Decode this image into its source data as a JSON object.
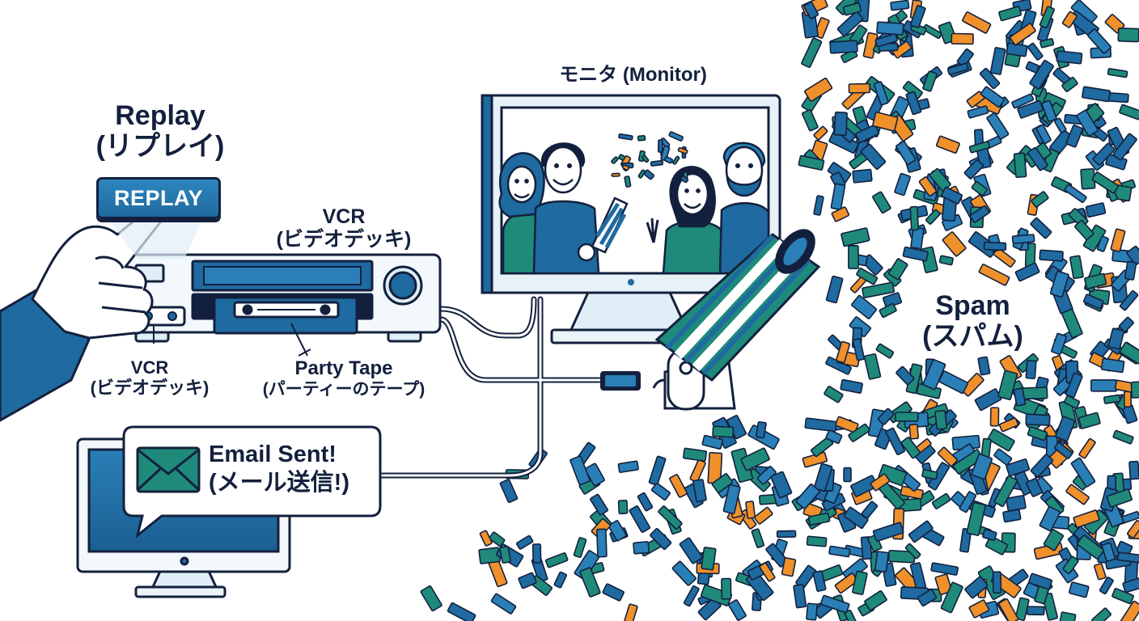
{
  "labels": {
    "replay_title": "Replay",
    "replay_title_jp": "(リプレイ)",
    "replay_button": "REPLAY",
    "vcr_top": "VCR",
    "vcr_top_jp": "(ビデオデッキ)",
    "vcr_bottom": "VCR",
    "vcr_bottom_jp": "(ビデオデッキ)",
    "party_tape": "Party Tape",
    "party_tape_jp": "(パーティーのテープ)",
    "monitor": "モニタ (Monitor)",
    "email_sent": "Email Sent!",
    "email_sent_jp": "(メール送信!)",
    "spam": "Spam",
    "spam_jp": "(スパム)"
  },
  "icons": {
    "hand": "pointing-hand-icon",
    "envelope": "envelope-icon",
    "cannon": "confetti-cannon-icon"
  },
  "colors": {
    "ink": "#13203d",
    "blue": "#1f6aa0",
    "teal": "#1f8a7a",
    "orange": "#f0902a",
    "light_blue": "#dfeef7"
  }
}
